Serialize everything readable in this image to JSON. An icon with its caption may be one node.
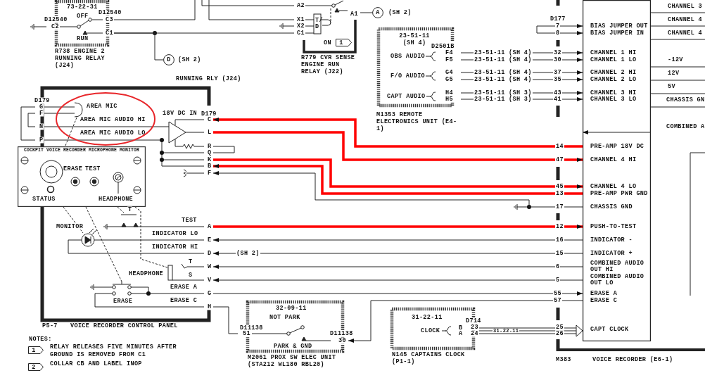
{
  "diagram": {
    "nodes": [
      {
        "text": [
          "73-22-31",
          "R738 ENGINE 2 RUNNING RELAY (J24)"
        ]
      },
      {
        "text": [
          "R779 CVR SENSE ENGINE RUN RELAY (J22)"
        ]
      },
      {
        "text": [
          "D"
        ],
        "beside": [
          "(SH 2)"
        ]
      },
      {
        "text": [
          "A"
        ],
        "beside": [
          "(SH 2)"
        ]
      },
      {
        "text": [
          "1"
        ],
        "beside": [
          "ON"
        ],
        "in": 1
      },
      {
        "text": [
          "23-51-11 (SH 4)",
          "M1353 REMOTE ELECTRONICS UNIT (E4-1)"
        ]
      },
      {
        "text": [
          "P5-7",
          "VOICE RECORDER CONTROL PANEL"
        ]
      },
      {
        "text": [
          "COCKPIT VOICE RECORDER MICROPHONE MONITOR",
          "ERASE",
          "TEST",
          "STATUS",
          "HEADPHONE"
        ]
      },
      {
        "text": [
          "32-09-11",
          "NOT PARK",
          "PARK & GND",
          "M2061 PROX SW ELEC UNIT (STA212 WL180 RBL20)"
        ]
      },
      {
        "text": [
          "31-22-11",
          "CLOCK",
          "N145 CAPTAINS CLOCK (P1-1)"
        ]
      },
      {
        "text": [
          "M383",
          "VOICE RECORDER (E6-1)"
        ]
      },
      {
        "text": [],
        "shape": "box",
        "in": 10
      },
      {
        "text": [],
        "shape": "box",
        "in": 10
      },
      {
        "text": [
          "1"
        ],
        "beside": [
          "RELAY RELEASES FIVE MINUTES AFTER GROUND IS REMOVED FROM C1"
        ]
      },
      {
        "text": [
          "2"
        ],
        "beside": [
          "COLLAR CB AND LABEL INOP"
        ]
      }
    ],
    "edges": [
      {
        "from": 0,
        "to": 1,
        "arrow": "none"
      },
      {
        "from": 0,
        "to": null,
        "arrow": "none"
      },
      {
        "from": null,
        "to": 1,
        "arrow": "none"
      },
      {
        "from": null,
        "to": 1,
        "arrow": "none"
      },
      {
        "from": 0,
        "to": 2,
        "arrow": "none"
      },
      {
        "from": 1,
        "to": 3,
        "arrow": "none"
      },
      {
        "from": 5,
        "to": 11,
        "arrow": "to",
        "label": "23-51-11 (SH 4)"
      },
      {
        "from": 5,
        "to": 11,
        "arrow": "to",
        "label": "23-51-11 (SH 4)"
      },
      {
        "from": 5,
        "to": 11,
        "arrow": "to",
        "label": "23-51-11 (SH 4)"
      },
      {
        "from": 5,
        "to": 11,
        "arrow": "to",
        "label": "23-51-11 (SH 4)"
      },
      {
        "from": 5,
        "to": 11,
        "arrow": "to",
        "label": "23-51-11 (SH 3)"
      },
      {
        "from": 5,
        "to": 11,
        "arrow": "to",
        "label": "23-51-11 (SH 3)"
      },
      {
        "from": 11,
        "to": 11,
        "arrow": "both"
      },
      {
        "from": 11,
        "to": 6,
        "arrow": "to",
        "style": "thick",
        "color": "#ff0000"
      },
      {
        "from": 6,
        "to": 11,
        "arrow": "to",
        "style": "thick",
        "color": "#ff0000"
      },
      {
        "from": 6,
        "to": 11,
        "arrow": "to",
        "style": "thick",
        "color": "#ff0000"
      },
      {
        "from": 11,
        "to": 6,
        "arrow": "to",
        "style": "thick",
        "color": "#ff0000"
      },
      {
        "from": 11,
        "to": 6,
        "arrow": "to"
      },
      {
        "from": 6,
        "to": 11,
        "arrow": "to",
        "style": "thick",
        "color": "#ff0000"
      },
      {
        "from": 11,
        "to": 6,
        "arrow": "to"
      },
      {
        "from": 11,
        "to": 6,
        "arrow": "to",
        "label": "(SH 2)"
      },
      {
        "from": 11,
        "to": 6,
        "arrow": "to"
      },
      {
        "from": 11,
        "to": 6,
        "arrow": "to"
      },
      {
        "from": 6,
        "to": 11,
        "arrow": "to"
      },
      {
        "from": 6,
        "to": 8,
        "arrow": "none"
      },
      {
        "from": 11,
        "to": 8,
        "arrow": "to"
      },
      {
        "from": 9,
        "to": 11,
        "arrow": "to",
        "label": "31-22-11"
      },
      {
        "from": 12,
        "to": 11,
        "arrow": "to"
      }
    ],
    "labels": [
      "D12540",
      "C2",
      "OFF",
      "D12540",
      "C3",
      "C1",
      "RUN",
      "A2",
      "X1",
      "X2",
      "C1",
      "T/D",
      "A1",
      "RUNNING RLY (J24)",
      "D2501B",
      "OBS AUDIO",
      "F/O AUDIO",
      "CAPT AUDIO",
      "F4",
      "F5",
      "G4",
      "G5",
      "H4",
      "H5",
      "D177",
      "7",
      "8",
      "BIAS JUMPER OUT",
      "BIAS JUMPER IN",
      "CHANNEL 3",
      "CHANNEL 4",
      "CHANNEL 4",
      "32",
      "CHANNEL 1 HI",
      "30",
      "CHANNEL 1 LO",
      "-12V",
      "37",
      "CHANNEL 2 HI",
      "12V",
      "35",
      "CHANNEL 2 LO",
      "5V",
      "43",
      "CHANNEL 3 HI",
      "41",
      "CHANNEL 3 LO",
      "CHASSIS GN",
      "COMBINED A",
      "D179",
      "G",
      "F",
      "AREA MIC",
      "18V DC IN",
      "D179",
      "AREA MIC AUDIO HI",
      "C",
      "N",
      "AREA MIC AUDIO LO",
      "L",
      "P",
      "R",
      "14",
      "PRE-AMP 18V DC",
      "Q",
      "K",
      "47",
      "CHANNEL 4 HI",
      "B",
      "F",
      "45",
      "CHANNEL 4 LO",
      "13",
      "PRE-AMP PWR GND",
      "17",
      "CHASSIS GND",
      "T",
      "TEST",
      "MONITOR",
      "A",
      "12",
      "PUSH-TO-TEST",
      "INDICATOR LO",
      "E",
      "16",
      "INDICATOR -",
      "INDICATOR HI",
      "D",
      "15",
      "INDICATOR +",
      "T",
      "W",
      "6",
      "COMBINED AUDIO OUT HI",
      "HEADPHONE",
      "S",
      "V",
      "5",
      "COMBINED AUDIO OUT LO",
      "ERASE A",
      "G",
      "55",
      "ERASE A",
      "ERASE",
      "ERASE C",
      "57",
      "ERASE C",
      "H",
      "D11138",
      "51",
      "D11138",
      "30",
      "D714",
      "B",
      "23",
      "A",
      "24",
      "25",
      "26",
      "CAPT CLOCK",
      "NOTES:"
    ]
  }
}
